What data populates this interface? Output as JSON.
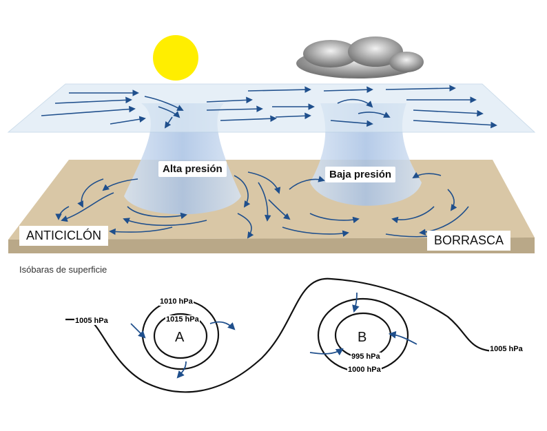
{
  "labels": {
    "anticyclone": "ANTICICLÓN",
    "depression": "BORRASCA",
    "high_pressure": "Alta presión",
    "low_pressure": "Baja presión",
    "surface_isobars": "Isóbaras de superficie"
  },
  "isobars": {
    "left_1005": "1005 hPa",
    "high_outer": "1010 hPa",
    "high_inner": "1015 hPa",
    "high_center": "A",
    "low_center": "B",
    "low_inner": "995 hPa",
    "low_outer": "1000 hPa",
    "right_1005": "1005 hPa"
  },
  "icons": {
    "sun": "sun-icon",
    "cloud": "cloud-icon"
  },
  "colors": {
    "sun": "#ffee00",
    "arrow": "#1f4f8c",
    "ground": "#d9c7a6",
    "upper_plane": "#dce9f4",
    "column": "#b9cde8"
  }
}
